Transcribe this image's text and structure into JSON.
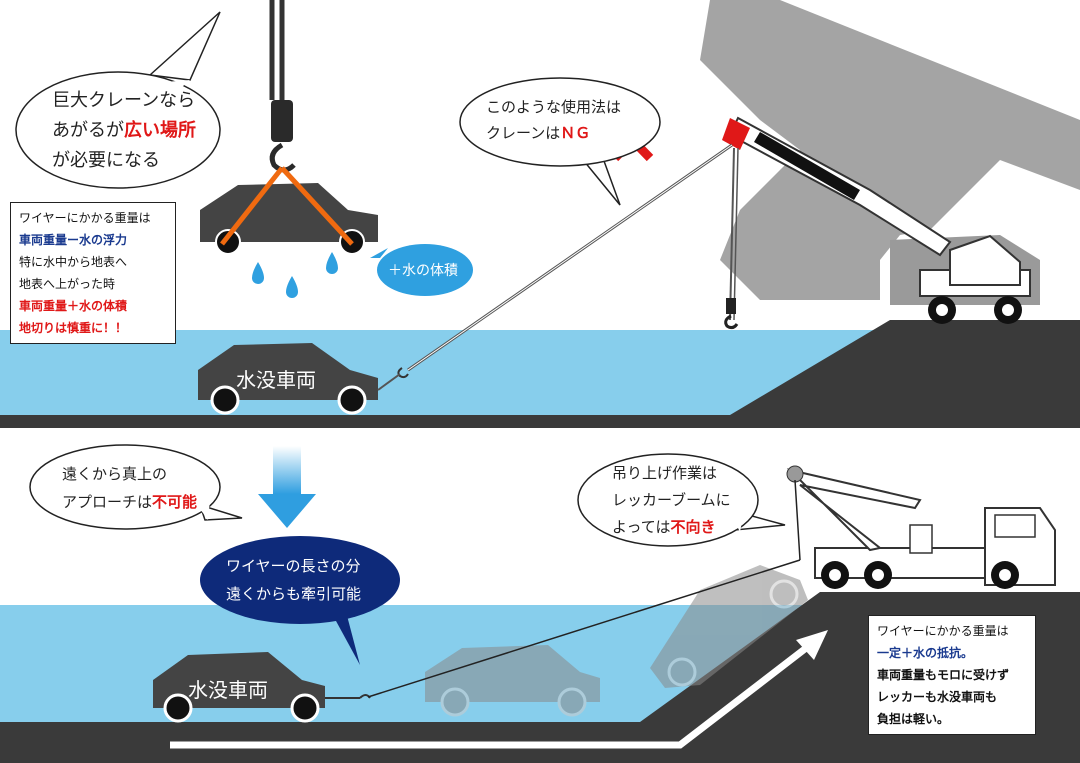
{
  "colors": {
    "water": "#87ceec",
    "ground": "#3a3a3a",
    "car": "#444444",
    "ghost_car": "#8a8a8a",
    "crane_gray": "#9a9a9a",
    "boom_red": "#e01818",
    "sling": "#f06a10",
    "drop": "#2fa0e0",
    "bubble_navy": "#0e2a7a",
    "arrow_blue": "#2f9ee0",
    "ng_red": "#e01818"
  },
  "top": {
    "bubble_big_crane": {
      "line1": "巨大クレーンなら",
      "line2_a": "あがるが",
      "line2_b": "広い場所",
      "line3": "が必要になる"
    },
    "bubble_ng": {
      "line1": "このような使用法は",
      "line2_a": "クレーンは",
      "line2_b": "ＮＧ"
    },
    "bubble_volume": "＋水の体積",
    "note": {
      "l1": "ワイヤーにかかる重量は",
      "l2": "車両重量ー水の浮力",
      "l3": "特に水中から地表へ",
      "l4": "地表へ上がった時",
      "l5": "車両重量＋水の体積",
      "l6": "地切りは慎重に！！"
    },
    "car_label": "水没車両"
  },
  "bottom": {
    "bubble_far": {
      "line1": "遠くから真上の",
      "line2_a": "アプローチは",
      "line2_b": "不可能"
    },
    "bubble_wire": {
      "line1": "ワイヤーの長さの分",
      "line2": "遠くからも牽引可能"
    },
    "bubble_wrecker": {
      "line1": "吊り上げ作業は",
      "line2": "レッカーブームに",
      "line3_a": "よっては",
      "line3_b": "不向き"
    },
    "note": {
      "l1": "ワイヤーにかかる重量は",
      "l2": "一定＋水の抵抗。",
      "l3": "車両重量もモロに受けず",
      "l4": "レッカーも水没車両も",
      "l5": "負担は軽い。"
    },
    "car_label": "水没車両"
  }
}
